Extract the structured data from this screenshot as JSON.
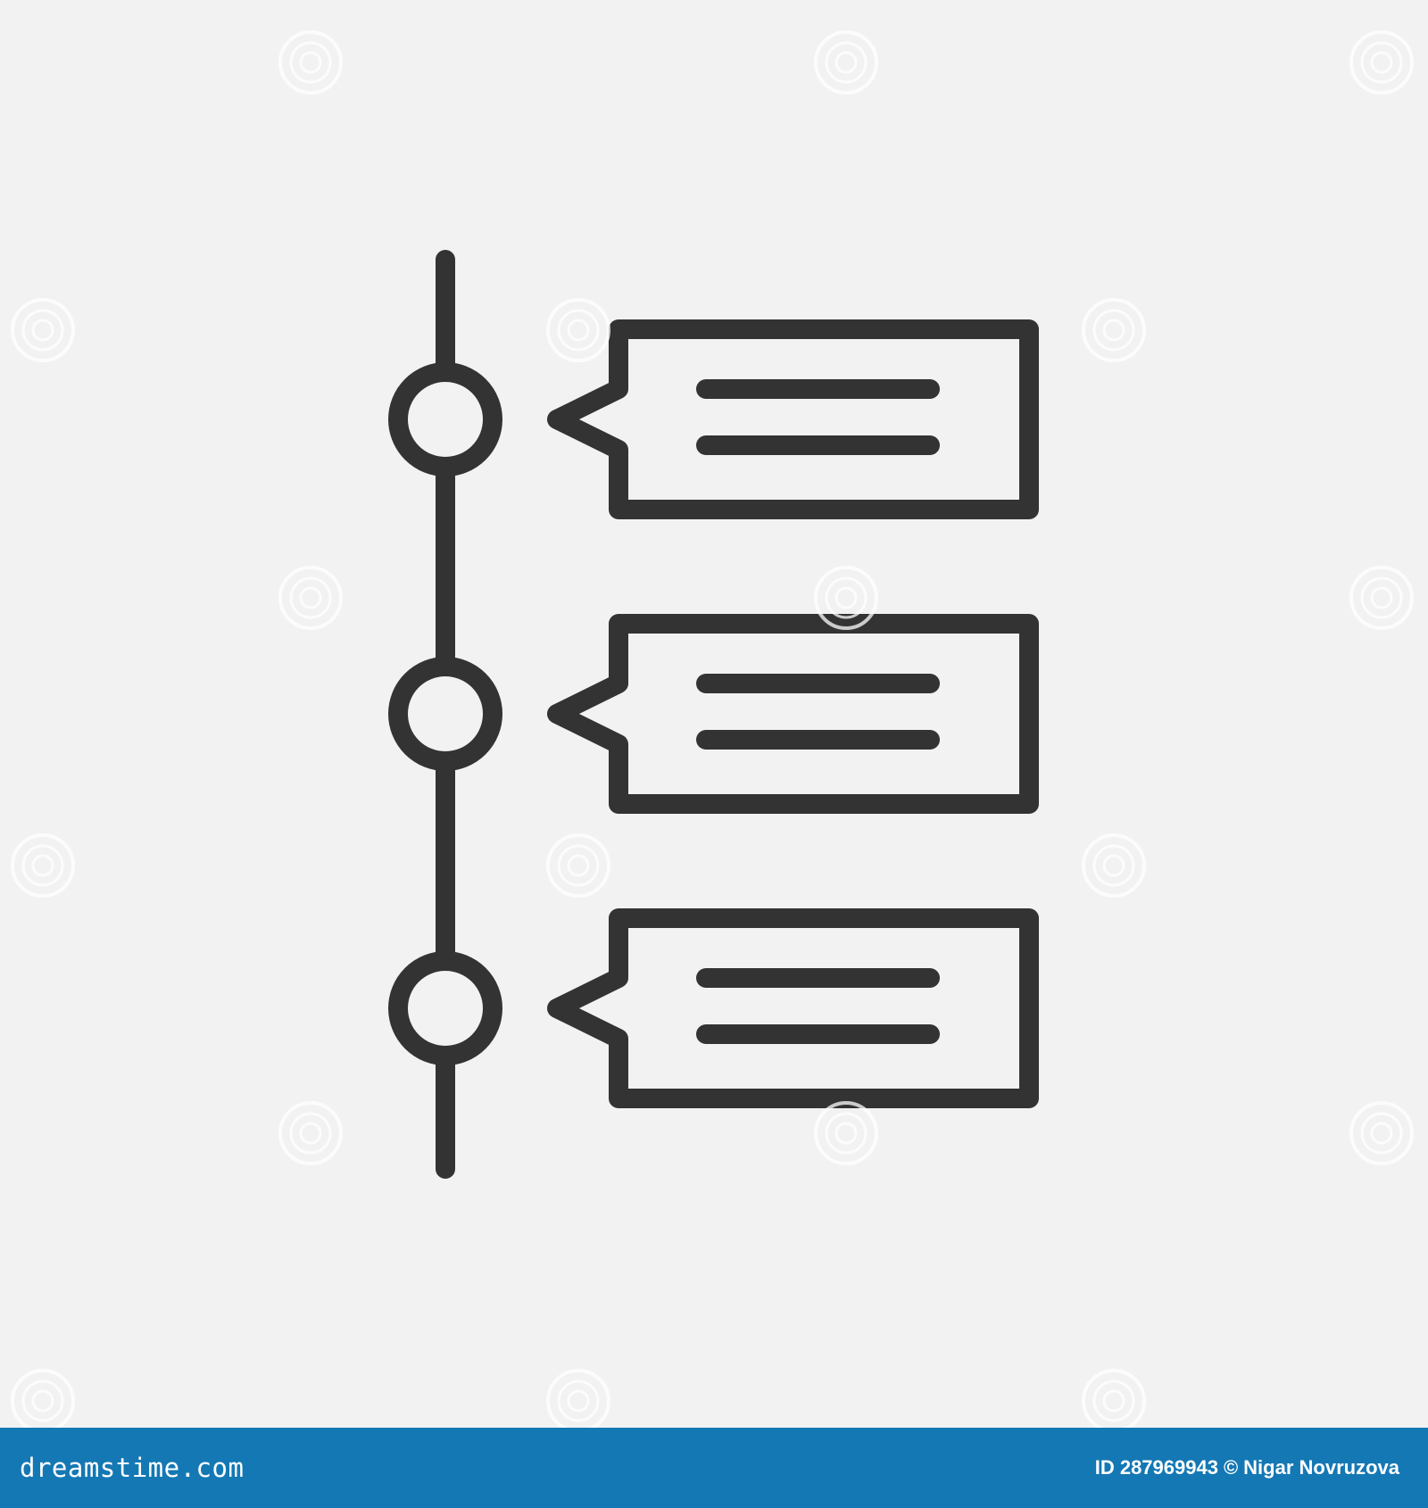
{
  "image": {
    "background": "#f2f2f2",
    "stroke_color": "#333333",
    "description_icon": "timeline-icon",
    "milestones": [
      {
        "marker": "circle-node-icon",
        "card": "speech-bubble-icon",
        "text_lines": 2
      },
      {
        "marker": "circle-node-icon",
        "card": "speech-bubble-icon",
        "text_lines": 2
      },
      {
        "marker": "circle-node-icon",
        "card": "speech-bubble-icon",
        "text_lines": 2
      }
    ],
    "watermark_icon": "spiral-logo-icon"
  },
  "footer": {
    "background": "#1478b4",
    "brand": "dreamstime.com",
    "id_label": "ID 287969943",
    "copyright": "©",
    "author": "Nigar Novruzova"
  }
}
